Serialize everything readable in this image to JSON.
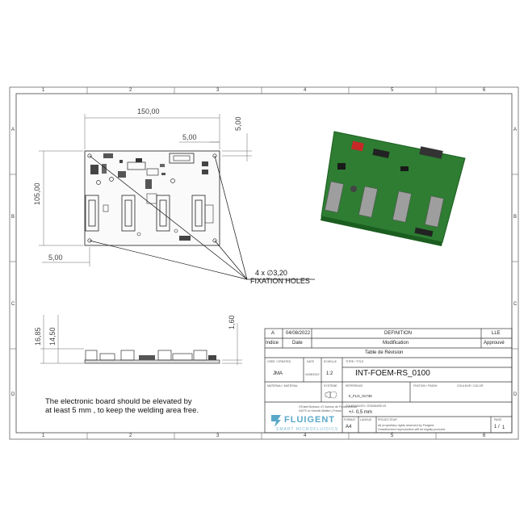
{
  "zones": {
    "top": [
      "1",
      "2",
      "3",
      "4",
      "5",
      "6"
    ],
    "bottom": [
      "1",
      "2",
      "3",
      "4",
      "5",
      "6"
    ],
    "left": [
      "A",
      "B",
      "C",
      "D"
    ],
    "right": [
      "A",
      "B",
      "C",
      "D"
    ]
  },
  "dimensions": {
    "width": "150,00",
    "height": "105,00",
    "hole_offset_x": "5,00",
    "hole_offset_y": "5,00",
    "hole_offset_bottom": "5,00",
    "height_total": "16,85",
    "height_board": "14,50",
    "thickness": "1,60"
  },
  "callout": {
    "holes_line1": "4 x ∅3,20",
    "holes_line2": "FIXATION HOLES"
  },
  "note": {
    "line1": "The electronic board should be elevated by",
    "line2": "at least 5 mm , to keep the welding area free."
  },
  "title_block": {
    "revision": {
      "letter": "A",
      "date": "04/08/2022",
      "description": "DEFINITION",
      "author": "LLE"
    },
    "revision_header": {
      "indice": "Indice",
      "date": "Date",
      "modification": "Modification",
      "approuve": "Approuvé"
    },
    "revision_table_title": "Table de Révision",
    "labels": {
      "cree": "CREE / CREATED",
      "date": "DATE",
      "echelle": "ECHELLE",
      "titre": "TITRE / TITLE",
      "materiau": "MATERIAU / MATERIAL",
      "systeme": "SYSTEME",
      "reference": "REFERENCE",
      "finition": "FINITION / FINISH",
      "couleur": "COULEUR / COLOR",
      "tolerances": "TOLERANCES / STANDARD AT",
      "format": "FORMAT",
      "langue": "LANGUE",
      "projecteur": "PROJECTEUR",
      "page": "PAGE"
    },
    "created_by": "JMA",
    "created_date": "04/08/2022",
    "scale": "1:2",
    "title": "INT-FOEM-RS_0100",
    "reference": "II_FLG_01736",
    "tolerance": "+/- 0,5 mm",
    "format": "A4",
    "page": "1",
    "pages": "1",
    "rights_line1": "All proprietary rights reserved by Fluigent.",
    "rights_line2": "Unauthorized reproduction will be legally pursued.",
    "address_line1": "O'Kabé Bureaux, 67 Avenue de Fontainebleau",
    "address_line2": "94270 Le Kremlin-Bicêtre | France",
    "logo_name": "FLUIGENT",
    "logo_tagline": "SMART MICROFLUIDICS"
  },
  "colors": {
    "pcb_green": "#2e7d32",
    "pcb_dark": "#1b5e20",
    "logo_blue": "#5aa8c8",
    "line": "#555555"
  }
}
